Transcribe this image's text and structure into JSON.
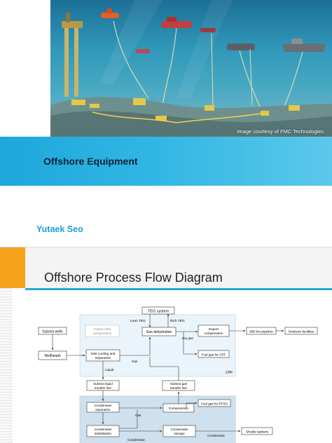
{
  "slide1": {
    "image_credit": "Image courtesy of FMC Technologies",
    "title": "Offshore Equipment",
    "author": "Yutaek Seo",
    "colors": {
      "banner": "#30b6e4",
      "author": "#1a9fd6",
      "sea": "#2f97b9"
    }
  },
  "slide2": {
    "title": "Offshore Process Flow Diagram",
    "colors": {
      "accent_bar": "#f7a21b",
      "rule": "#2aa6d8",
      "cpf_area": "#eaf4fa",
      "fpso_area": "#cfe1ee"
    },
    "diagram": {
      "teg_system": "TEG system",
      "lean_teg": "Lean TEG",
      "rich_teg": "Rich TEG",
      "subsea_wells": "Subsea wells",
      "future_inlet_1": "Future inlet",
      "future_inlet_2": "compression",
      "gas_dehydration": "Gas dehydration",
      "export_1": "Export",
      "export_2": "compression",
      "pipeline": "885 km pipeline",
      "onshore": "Onshore facilities",
      "wellheads": "Wellheads",
      "inlet_cooling_1": "Inlet cooling and",
      "inlet_cooling_2": "separation",
      "dry_gas": "Dry gas",
      "gas": "Gas",
      "fuel_cpf": "Fuel gas for CPF",
      "cpf": "CPF",
      "liquid": "Liquid",
      "subsea_liquid_1": "Subsea liquid",
      "subsea_liquid_2": "transfer line",
      "subsea_gas_1": "Subsea gas",
      "subsea_gas_2": "transfer line",
      "cond_sep_1": "Condensate",
      "cond_sep_2": "separation",
      "compression": "Compression",
      "fuel_fpso": "Fuel gas for FPSO",
      "gas2": "Gas",
      "cond_stab_1": "Condensate",
      "cond_stab_2": "stabilisation",
      "condensate_a": "Condensate",
      "cond_storage_1": "Condensate",
      "cond_storage_2": "storage",
      "condensate_b": "Condensate",
      "shuttle": "Shuttle tankers"
    }
  }
}
